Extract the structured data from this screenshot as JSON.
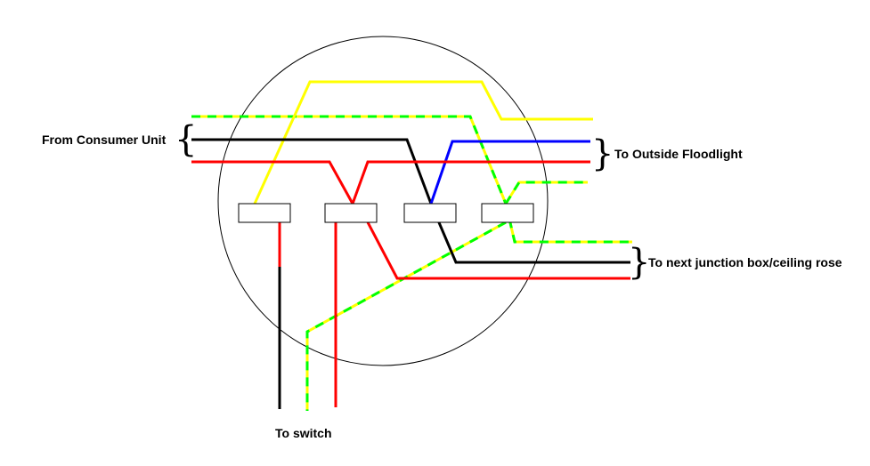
{
  "labels": {
    "from_consumer_unit": "From Consumer Unit",
    "to_outside_floodlight": "To Outside Floodlight",
    "to_next_junction": "To next junction box/ceiling rose",
    "to_switch": "To switch"
  },
  "colors": {
    "live": "#ff0000",
    "neutral": "#000000",
    "earth": "#ffff00",
    "earth_stripe": "#00ff00",
    "floodlight_neutral": "#0000ff",
    "background": "#ffffff"
  }
}
